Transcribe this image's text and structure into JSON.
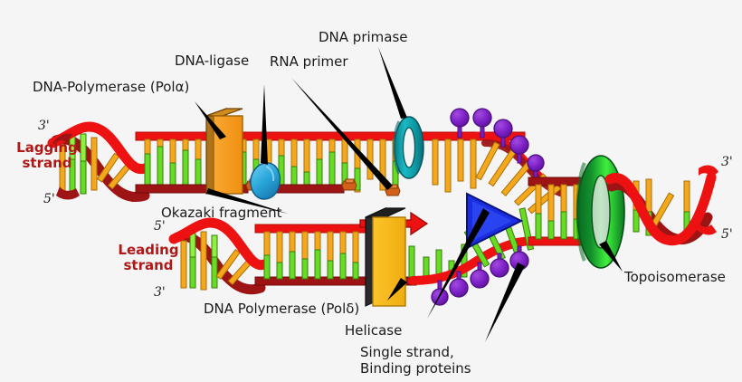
{
  "figure": {
    "title": "DNA replication fork",
    "background_color": "#f5f5f5"
  },
  "colors": {
    "backbone_light_red": "#ee1111",
    "backbone_dark_red": "#9e1414",
    "base_orange": "#f5a81c",
    "base_green": "#66dd22",
    "polymerase_orange": "#f59a1e",
    "polymerase_yellow": "#f5b91e",
    "ligase_blue": "#29a8d8",
    "primase_teal": "#10a0a8",
    "topoisomerase_green": "#0f8a2a",
    "helicase_blue": "#1a2ee0",
    "ssb_purple": "#7a1fc4",
    "rna_primer_orange": "#d2601a",
    "strand_label_red": "#b01818",
    "text_black": "#1a1a1a",
    "leader_line_black": "#000000"
  },
  "labels": {
    "dna_polymerase_alpha": "DNA-Polymerase (Polα)",
    "dna_ligase": "DNA-ligase",
    "rna_primer": "RNA primer",
    "dna_primase": "DNA primase",
    "okazaki_fragment": "Okazaki fragment",
    "lagging_strand_line1": "Lagging",
    "lagging_strand_line2": "strand",
    "leading_strand_line1": "Leading",
    "leading_strand_line2": "strand",
    "dna_polymerase_delta": "DNA Polymerase (Polδ)",
    "helicase": "Helicase",
    "ssb_line1": "Single strand,",
    "ssb_line2": "Binding proteins",
    "topoisomerase": "Topoisomerase"
  },
  "strand_ends": {
    "lagging_left_top": "3'",
    "lagging_left_bottom": "5'",
    "leading_left_top": "5'",
    "leading_left_bottom": "3'",
    "parent_right_top": "3'",
    "parent_right_bottom": "5'"
  },
  "components": [
    {
      "name": "dna-polymerase-alpha",
      "type": "enzyme",
      "shape": "box",
      "color": "#f59a1e",
      "strand": "lagging"
    },
    {
      "name": "dna-ligase",
      "type": "enzyme",
      "shape": "teardrop",
      "color": "#29a8d8",
      "strand": "lagging"
    },
    {
      "name": "dna-primase",
      "type": "enzyme",
      "shape": "ring",
      "color": "#10a0a8",
      "strand": "lagging"
    },
    {
      "name": "rna-primer",
      "type": "nucleic-acid",
      "shape": "block",
      "color": "#d2601a",
      "strand": "lagging",
      "count": 3
    },
    {
      "name": "okazaki-fragment",
      "type": "nucleic-acid",
      "shape": "segment",
      "color": "#9e1414",
      "strand": "lagging",
      "count": 3
    },
    {
      "name": "dna-polymerase-delta",
      "type": "enzyme",
      "shape": "box",
      "color": "#f5b91e",
      "strand": "leading"
    },
    {
      "name": "helicase",
      "type": "enzyme",
      "shape": "triangle",
      "color": "#1a2ee0",
      "strand": "fork"
    },
    {
      "name": "single-strand-binding-protein",
      "type": "protein",
      "shape": "ball",
      "color": "#7a1fc4",
      "strand": "fork",
      "count": 10
    },
    {
      "name": "topoisomerase",
      "type": "enzyme",
      "shape": "ring",
      "color": "#0f8a2a",
      "strand": "parent"
    }
  ]
}
